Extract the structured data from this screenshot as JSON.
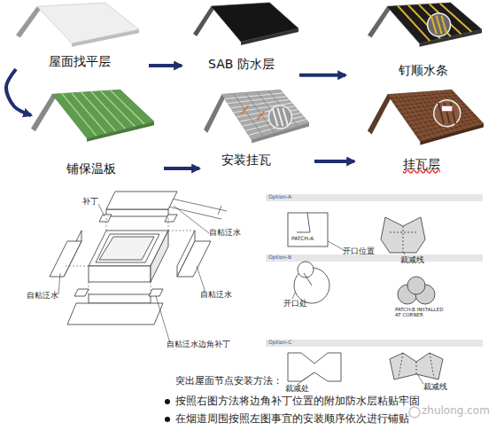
{
  "diagram": {
    "nodes": [
      {
        "text": [
          "屋面找平层"
        ]
      },
      {
        "text": [
          "SAB 防水层"
        ]
      },
      {
        "text": [
          "钉顺水条"
        ]
      },
      {
        "text": [
          "铺保温板"
        ]
      },
      {
        "text": [
          "安装挂瓦"
        ]
      },
      {
        "text": [
          "挂瓦层"
        ]
      }
    ],
    "edges": [
      {
        "from": 0,
        "to": 1,
        "arrow": "to"
      },
      {
        "from": 1,
        "to": 2,
        "arrow": "to"
      },
      {
        "from": 0,
        "to": 3,
        "arrow": "to"
      },
      {
        "from": 3,
        "to": 4,
        "arrow": "to"
      },
      {
        "from": 4,
        "to": 5,
        "arrow": "to"
      }
    ],
    "labels": [
      "补丁",
      "Option-A",
      "自粘泛水",
      "PATCH-A",
      "开口位置",
      "裁减线",
      "Option-B",
      "自粘泛水",
      "自粘泛水",
      "开口处",
      "PATCH-B INSTALLED AT CORNER",
      "Option-C",
      "自粘泛水边角补丁",
      "裁减线",
      "突出屋面节点安装方法：",
      "裁减处",
      "按照右图方法将边角补丁位置的附加防水层粘贴牢固",
      "在烟道周围按照左图事宜的安装顺序依次进行铺贴",
      "zhulong.com"
    ]
  }
}
